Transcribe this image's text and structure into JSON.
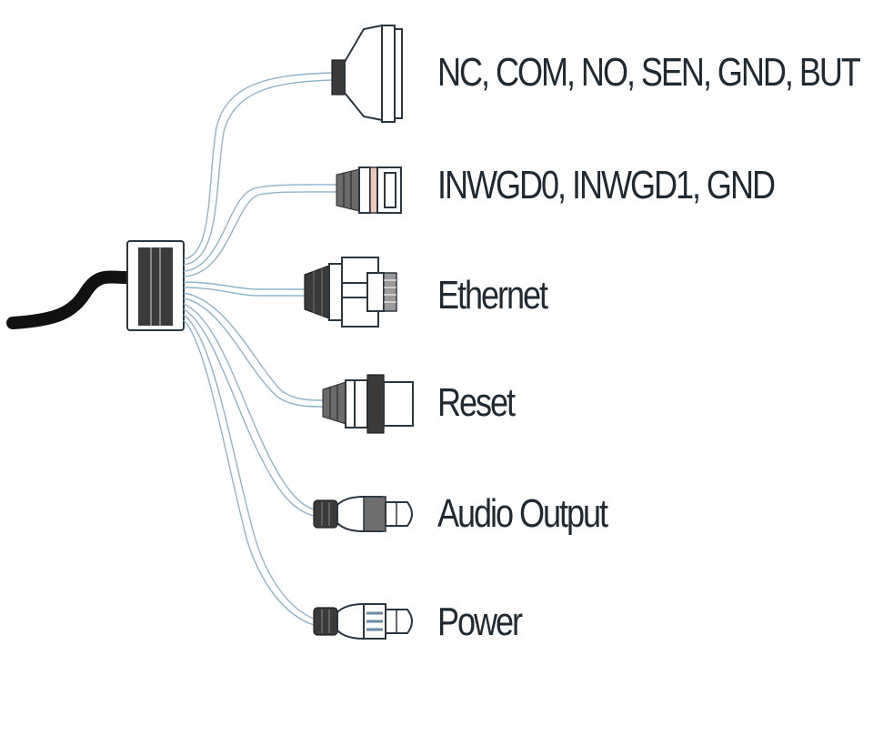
{
  "diagram": {
    "type": "cable-pinout",
    "main_cable": "multi-connector pigtail cable",
    "connectors": [
      {
        "id": "alarm",
        "label": "NC, COM, NO, SEN, GND, BUT",
        "shape": "terminal-block"
      },
      {
        "id": "wiegand",
        "label": "INWGD0, INWGD1, GND",
        "shape": "terminal-plug"
      },
      {
        "id": "ethernet",
        "label": "Ethernet",
        "shape": "rj45"
      },
      {
        "id": "reset",
        "label": "Reset",
        "shape": "button-plug"
      },
      {
        "id": "audio",
        "label": "Audio Output",
        "shape": "rca-jack"
      },
      {
        "id": "power",
        "label": "Power",
        "shape": "dc-jack"
      }
    ],
    "colors": {
      "text": "#1f2a33",
      "outline": "#2a3640",
      "wire": "#8fb4cc",
      "cable": "#111111"
    }
  }
}
